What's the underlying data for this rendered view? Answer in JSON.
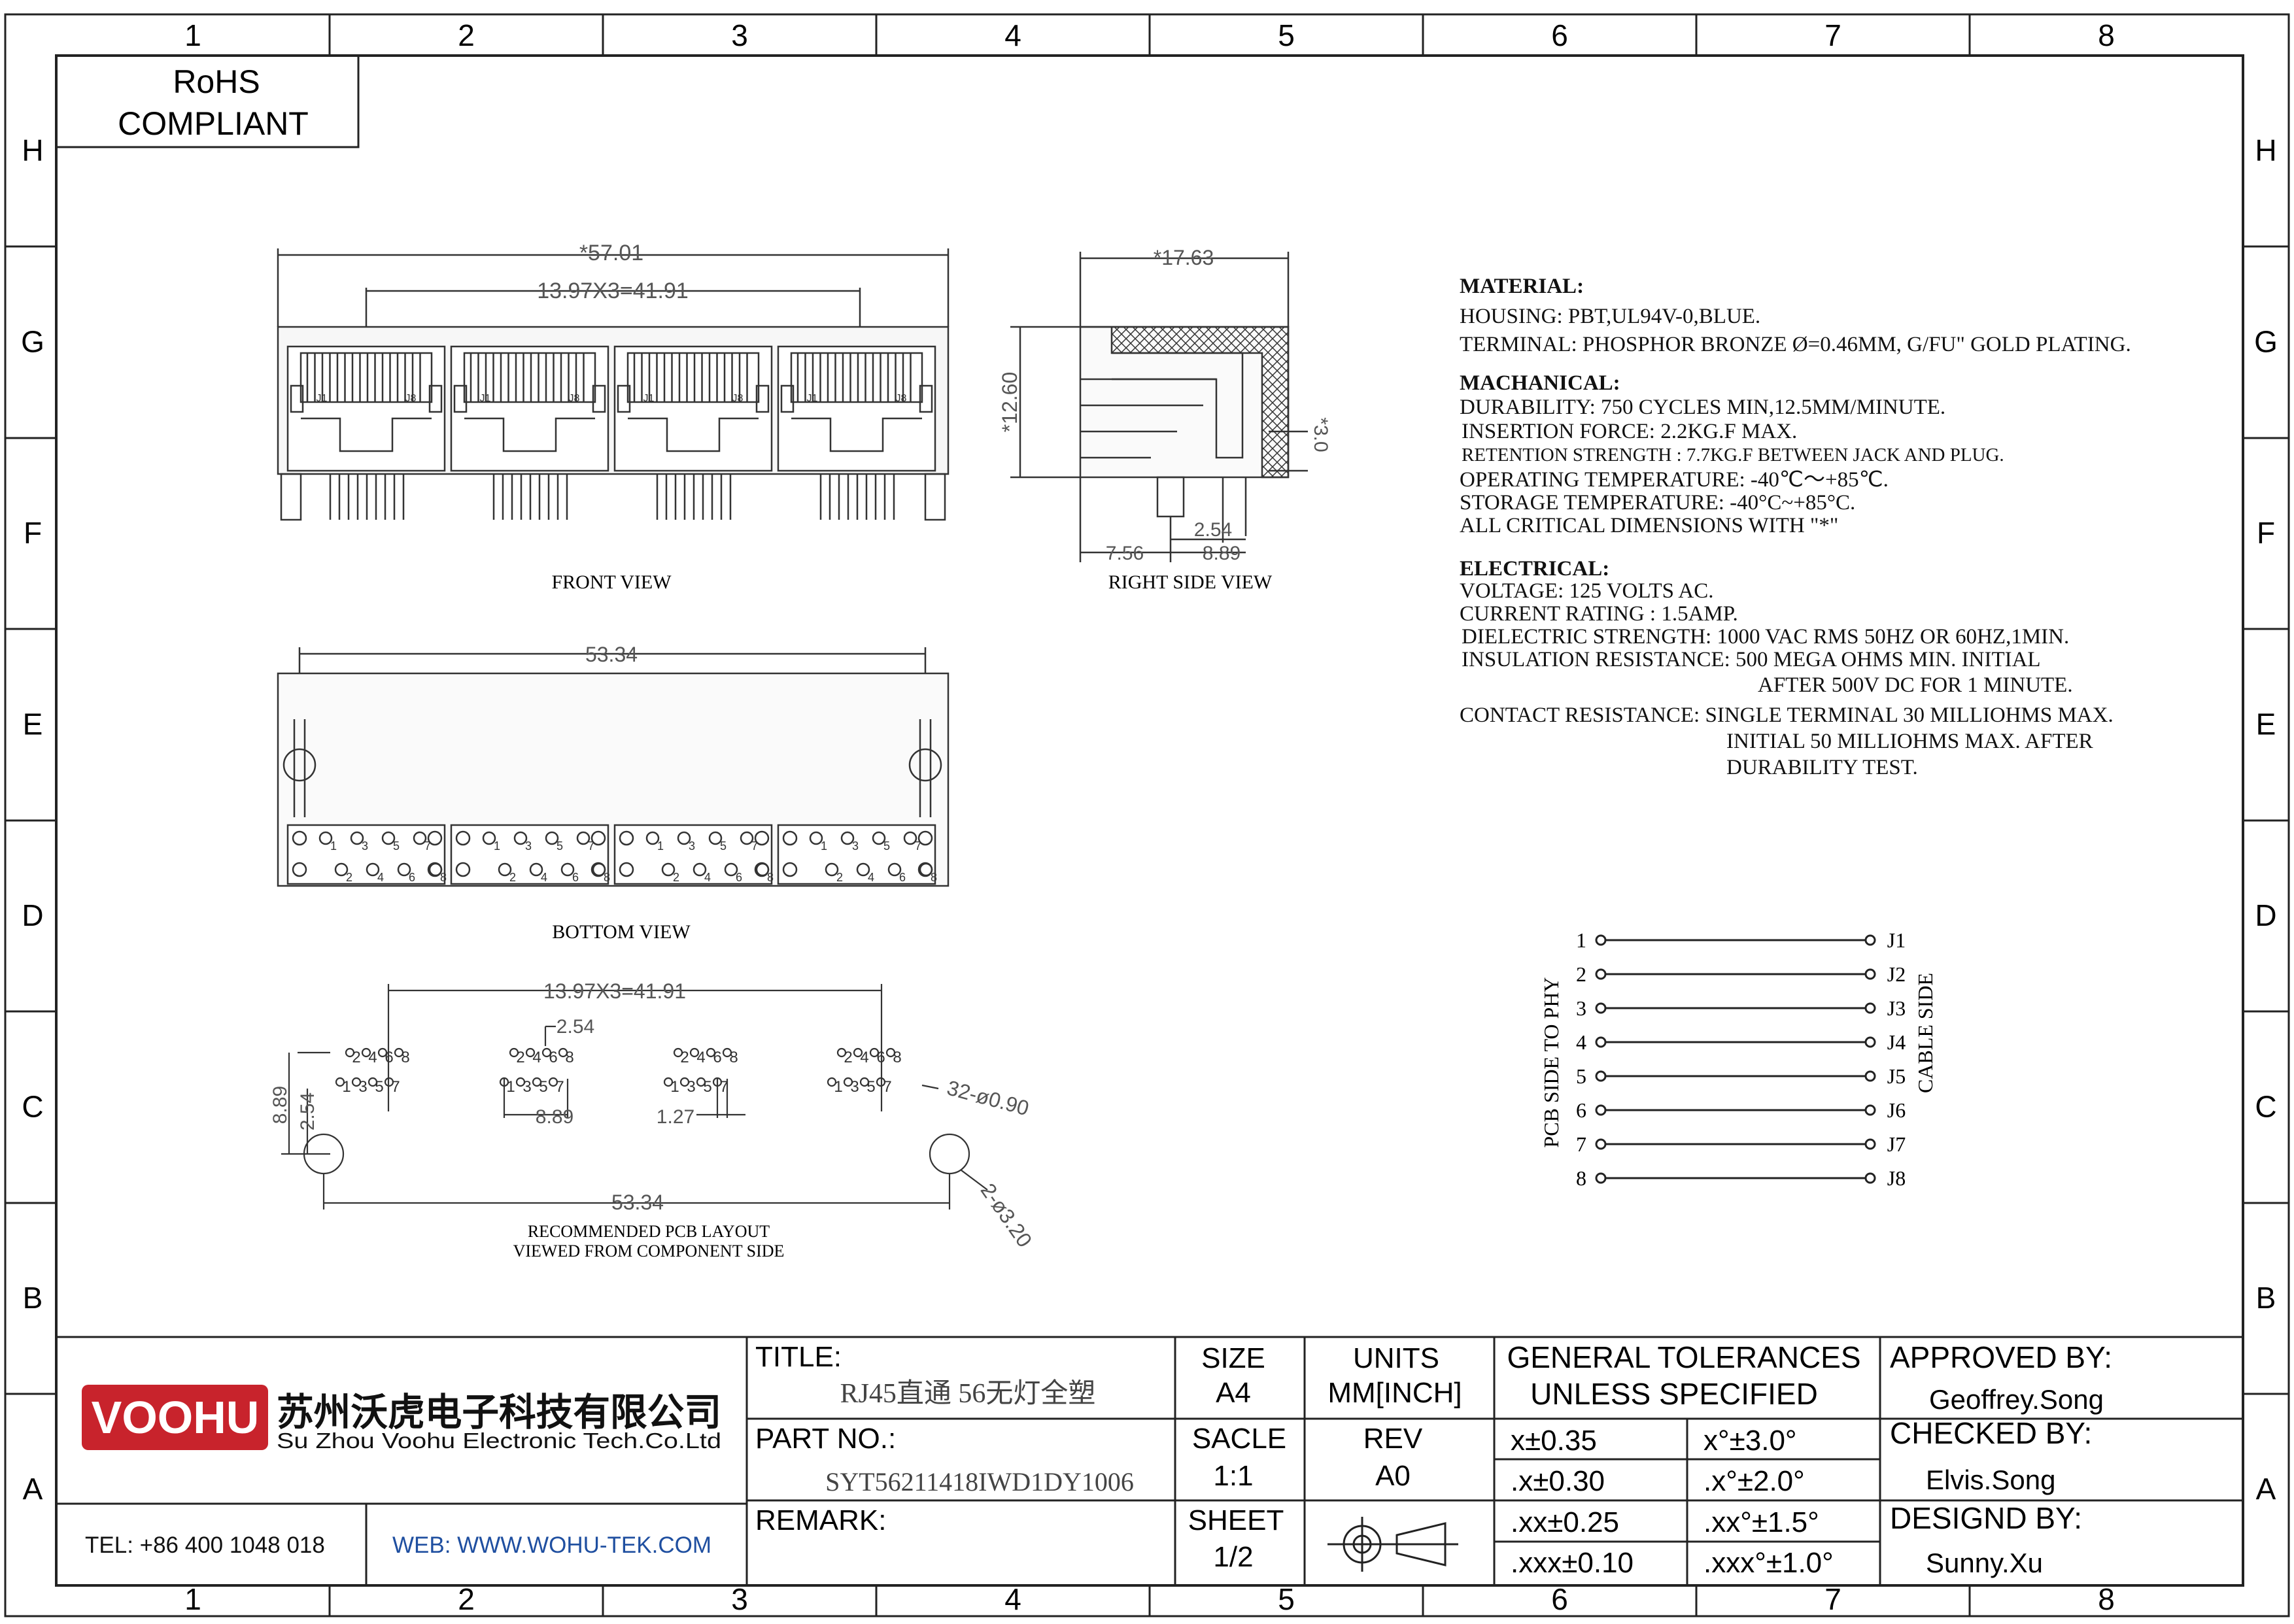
{
  "frame": {
    "columns": [
      "1",
      "2",
      "3",
      "4",
      "5",
      "6",
      "7",
      "8"
    ],
    "rows": [
      "H",
      "G",
      "F",
      "E",
      "D",
      "C",
      "B",
      "A"
    ]
  },
  "rohs": {
    "line1": "RoHS",
    "line2": "COMPLIANT"
  },
  "views": {
    "front": {
      "label": "FRONT VIEW",
      "dim_overall": "*57.01",
      "dim_pitch": "13.97X3=41.91",
      "port_left_label": "J1",
      "port_right_label": "J8"
    },
    "right": {
      "label": "RIGHT SIDE VIEW",
      "dim_top": "*17.63",
      "dim_height": "*12.60",
      "dim_pin": "*3.0",
      "dim_a": "2.54",
      "dim_b": "7.56",
      "dim_c": "8.89"
    },
    "bottom": {
      "label": "BOTTOM VIEW",
      "dim": "53.34",
      "pin_numbers": [
        "1",
        "3",
        "5",
        "7",
        "2",
        "4",
        "6",
        "8"
      ]
    },
    "pcb": {
      "label1": "RECOMMENDED PCB LAYOUT",
      "label2": "VIEWED FROM COMPONENT SIDE",
      "dim_pitch": "13.97X3=41.91",
      "dim_254": "2.54",
      "dim_889": "8.89",
      "dim_889v": "8.89",
      "dim_254v": "2.54",
      "dim_127": "1.27",
      "dim_holes": "32-ø0.90",
      "dim_mount": "53.34",
      "dim_mount_holes": "2-ø3.20",
      "top_pins": [
        "2",
        "4",
        "6",
        "8"
      ],
      "bottom_pins": [
        "1",
        "3",
        "5",
        "7"
      ]
    }
  },
  "specs": {
    "material_header": "MATERIAL:",
    "material": [
      "HOUSING: PBT,UL94V-0,BLUE.",
      "TERMINAL: PHOSPHOR BRONZE Ø=0.46MM, G/FU\" GOLD PLATING."
    ],
    "mech_header": "MACHANICAL:",
    "mech": [
      "DURABILITY: 750 CYCLES MIN,12.5MM/MINUTE.",
      "INSERTION FORCE: 2.2KG.F MAX.",
      "RETENTION STRENGTH : 7.7KG.F BETWEEN JACK AND PLUG.",
      "OPERATING TEMPERATURE: -40℃～+85℃.",
      "STORAGE TEMPERATURE: -40°C~+85°C.",
      "ALL CRITICAL DIMENSIONS WITH \"*\""
    ],
    "elec_header": "ELECTRICAL:",
    "elec": [
      "VOLTAGE: 125 VOLTS AC.",
      "CURRENT RATING : 1.5AMP.",
      "DIELECTRIC STRENGTH: 1000 VAC RMS 50HZ OR 60HZ,1MIN.",
      "INSULATION RESISTANCE: 500 MEGA OHMS MIN. INITIAL",
      "AFTER 500V DC FOR 1 MINUTE.",
      "CONTACT RESISTANCE: SINGLE TERMINAL 30 MILLIOHMS MAX.",
      "INITIAL 50 MILLIOHMS MAX. AFTER",
      "DURABILITY TEST."
    ]
  },
  "schematic": {
    "left_label": "PCB SIDE TO PHY",
    "right_label": "CABLE SIDE",
    "left_pins": [
      "1",
      "2",
      "3",
      "4",
      "5",
      "6",
      "7",
      "8"
    ],
    "right_pins": [
      "J1",
      "J2",
      "J3",
      "J4",
      "J5",
      "J6",
      "J7",
      "J8"
    ]
  },
  "title_block": {
    "logo": "VOOHU",
    "company_cn": "苏州沃虎电子科技有限公司",
    "company_en": "Su Zhou Voohu Electronic Tech.Co.Ltd",
    "tel": "TEL: +86 400 1048 018",
    "web": "WEB: WWW.WOHU-TEK.COM",
    "title_label": "TITLE:",
    "title_value": "RJ45直通 56无灯全塑",
    "part_label": "PART NO.:",
    "part_value": "SYT56211418IWD1DY1006",
    "remark_label": "REMARK:",
    "size_label": "SIZE",
    "size_value": "A4",
    "scale_label": "SACLE",
    "scale_value": "1:1",
    "sheet_label": "SHEET",
    "sheet_value": "1/2",
    "units_label": "UNITS",
    "units_value": "MM[INCH]",
    "rev_label": "REV",
    "rev_value": "A0",
    "tol_header1": "GENERAL TOLERANCES",
    "tol_header2": "UNLESS SPECIFIED",
    "tol": [
      [
        "x±0.35",
        "x°±3.0°"
      ],
      [
        ".x±0.30",
        ".x°±2.0°"
      ],
      [
        ".xx±0.25",
        ".xx°±1.5°"
      ],
      [
        ".xxx±0.10",
        ".xxx°±1.0°"
      ]
    ],
    "approved_label": "APPROVED BY:",
    "approved_value": "Geoffrey.Song",
    "checked_label": "CHECKED BY:",
    "checked_value": "Elvis.Song",
    "design_label": "DESIGND BY:",
    "design_value": "Sunny.Xu"
  },
  "colors": {
    "logo_red": "#C8232C",
    "web_blue": "#1F4FA0",
    "line": "#222222"
  }
}
